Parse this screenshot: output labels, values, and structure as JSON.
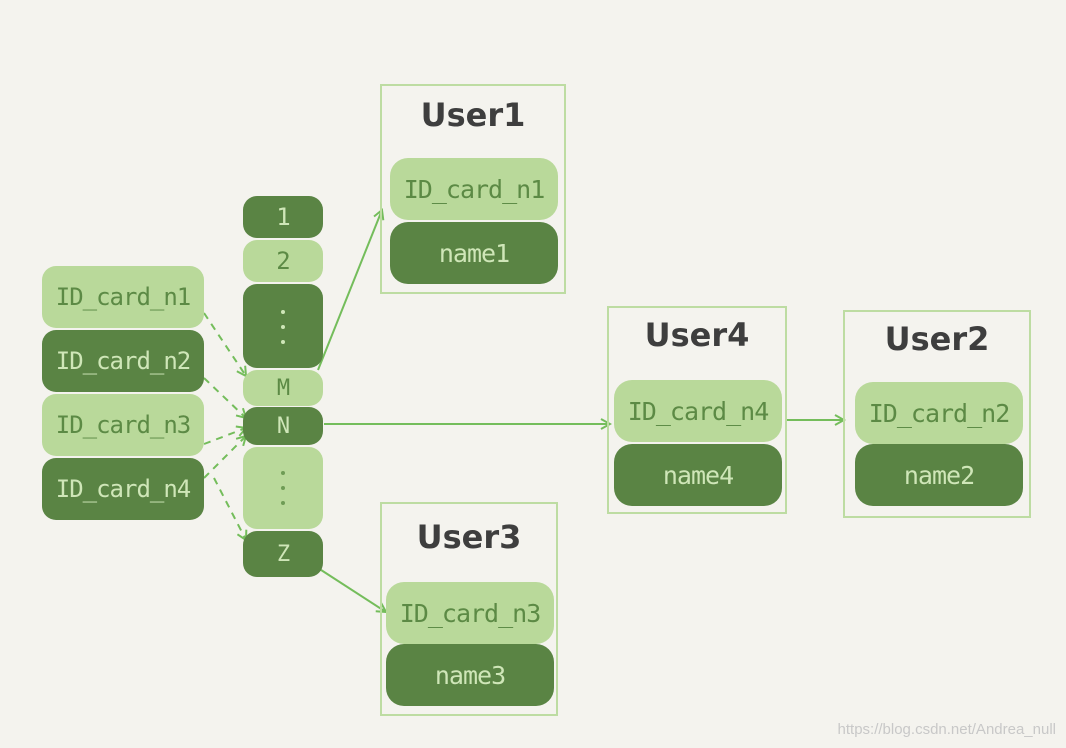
{
  "keys": [
    "ID_card_n1",
    "ID_card_n2",
    "ID_card_n3",
    "ID_card_n4"
  ],
  "slots": {
    "s1": "1",
    "s2": "2",
    "m": "M",
    "n": "N",
    "z": "Z"
  },
  "users": {
    "user1": {
      "title": "User1",
      "id": "ID_card_n1",
      "name": "name1"
    },
    "user4": {
      "title": "User4",
      "id": "ID_card_n4",
      "name": "name4"
    },
    "user2": {
      "title": "User2",
      "id": "ID_card_n2",
      "name": "name2"
    },
    "user3": {
      "title": "User3",
      "id": "ID_card_n3",
      "name": "name3"
    }
  },
  "colors": {
    "light_green": "#b9d99a",
    "dark_green": "#5a8444",
    "frame_green": "#bddca2",
    "arrow_green": "#74bd5b",
    "background": "#f4f3ee"
  },
  "watermark": "https://blog.csdn.net/Andrea_null"
}
